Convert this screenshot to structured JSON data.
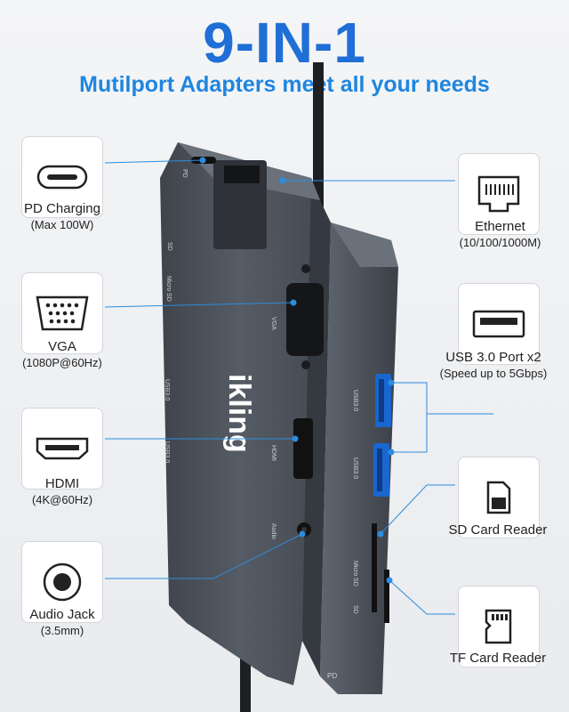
{
  "header": {
    "title": "9-IN-1",
    "subtitle": "Mutilport Adapters meet all your needs"
  },
  "brand": "ikling",
  "features_left": [
    {
      "name": "PD Charging",
      "detail": "(Max 100W)",
      "icon": "usb-c-port-icon"
    },
    {
      "name": "VGA",
      "detail": "(1080P@60Hz)",
      "icon": "vga-port-icon"
    },
    {
      "name": "HDMI",
      "detail": "(4K@60Hz)",
      "icon": "hdmi-port-icon"
    },
    {
      "name": "Audio Jack",
      "detail": "(3.5mm)",
      "icon": "audio-jack-icon"
    }
  ],
  "features_right": [
    {
      "name": "Ethernet",
      "detail": "(10/100/1000M)",
      "icon": "ethernet-port-icon"
    },
    {
      "name": "USB 3.0 Port x2",
      "detail": "(Speed up to 5Gbps)",
      "icon": "usb-a-port-icon"
    },
    {
      "name": "SD Card Reader",
      "detail": "",
      "icon": "sd-card-icon"
    },
    {
      "name": "TF Card Reader",
      "detail": "",
      "icon": "tf-card-icon"
    }
  ],
  "port_labels": {
    "pd": "PD",
    "sd": "SD",
    "micro_sd": "Micro SD",
    "vga": "VGA",
    "usb_a": "USB3.0",
    "usb_b": "USB3.0",
    "hdmi": "HDMI",
    "audio": "Audio",
    "usb_right_1": "USB3.0",
    "usb_right_2": "USB3.0",
    "micro_sd_right": "Micro SD",
    "sd_right": "SD",
    "pd_bottom": "PD"
  },
  "colors": {
    "accent": "#1f6fd6",
    "subtitle": "#1f86e0",
    "device_body": "#4a4f57",
    "usb_blue": "#1a66d0",
    "leader_line": "#2a8de0"
  }
}
